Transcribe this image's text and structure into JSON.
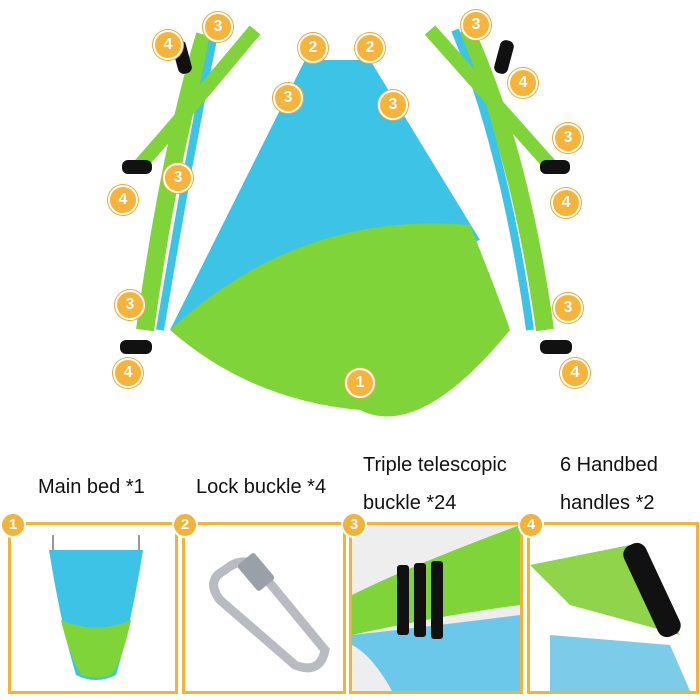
{
  "diagram": {
    "callouts": [
      "3",
      "4",
      "2",
      "2",
      "3",
      "3",
      "3",
      "4",
      "3",
      "4",
      "3",
      "4",
      "3",
      "4",
      "1",
      "3",
      "4"
    ]
  },
  "parts": [
    {
      "number": "1",
      "label": "Main bed *1"
    },
    {
      "number": "2",
      "label": "Lock buckle *4"
    },
    {
      "number": "3",
      "label_line1": "Triple telescopic",
      "label_line2": "buckle *24"
    },
    {
      "number": "4",
      "label_line1": "6 Handbed",
      "label_line2": "handles *2"
    }
  ],
  "colors": {
    "blue": "#3cc3e6",
    "green": "#7fd43a",
    "badge": "#f3b23a"
  }
}
